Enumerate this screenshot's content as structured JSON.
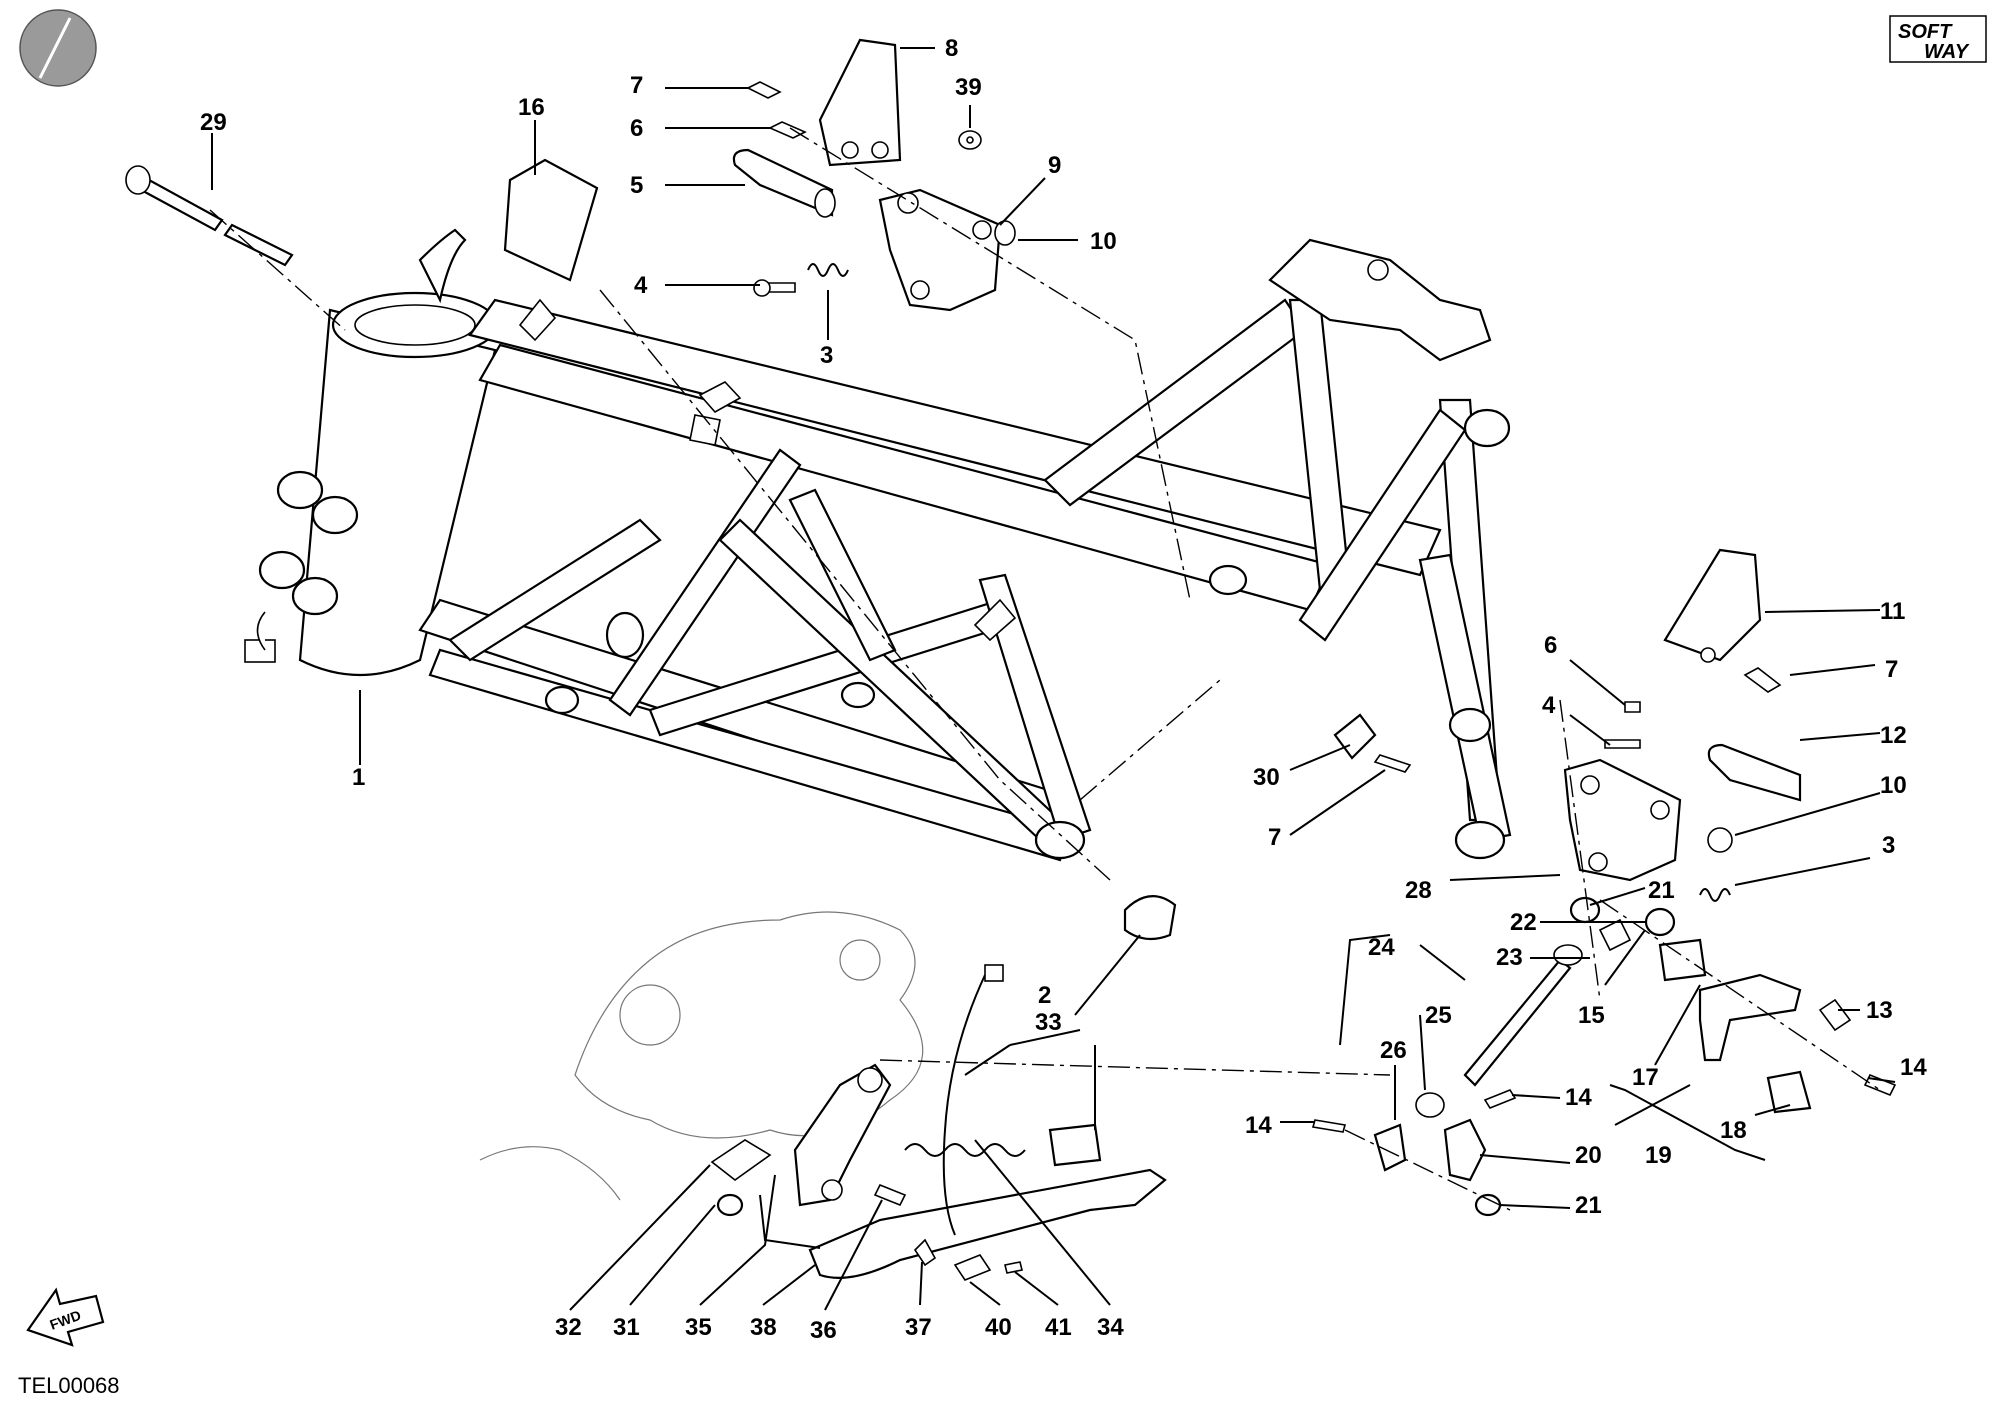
{
  "drawing_code": "TEL00068",
  "logo": {
    "line1": "SOFT",
    "line2": "WAY"
  },
  "fwd_label": "FWD",
  "part_numbers": {
    "p1": "1",
    "p2": "2",
    "p3a": "3",
    "p3b": "3",
    "p4a": "4",
    "p4b": "4",
    "p5": "5",
    "p6a": "6",
    "p6b": "6",
    "p7a": "7",
    "p7b": "7",
    "p7c": "7",
    "p8": "8",
    "p9": "9",
    "p10a": "10",
    "p10b": "10",
    "p11": "11",
    "p12": "12",
    "p13": "13",
    "p14a": "14",
    "p14b": "14",
    "p14c": "14",
    "p15": "15",
    "p16": "16",
    "p17": "17",
    "p18": "18",
    "p19": "19",
    "p20": "20",
    "p21a": "21",
    "p21b": "21",
    "p22": "22",
    "p23": "23",
    "p24": "24",
    "p25": "25",
    "p26": "26",
    "p28": "28",
    "p29": "29",
    "p30": "30",
    "p31": "31",
    "p32": "32",
    "p33": "33",
    "p34": "34",
    "p35": "35",
    "p36": "36",
    "p37": "37",
    "p38": "38",
    "p39": "39",
    "p40": "40",
    "p41": "41"
  }
}
